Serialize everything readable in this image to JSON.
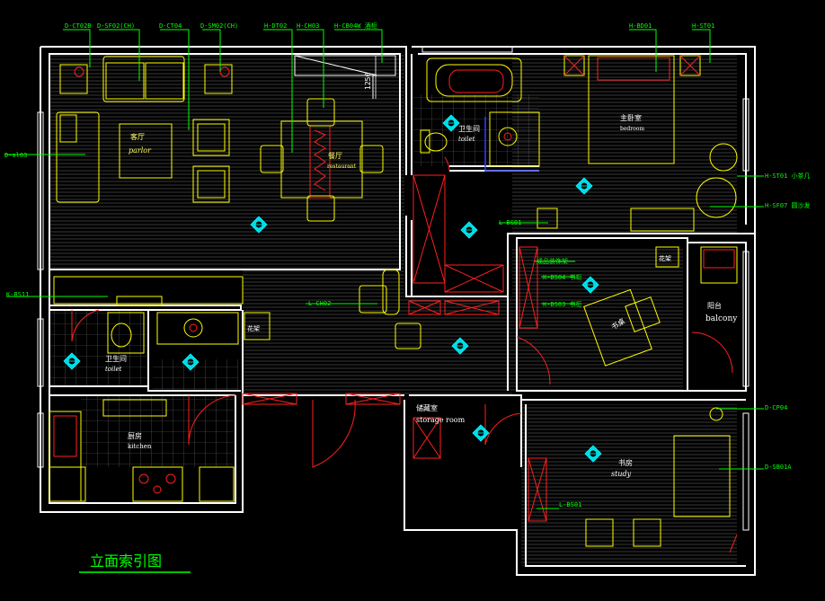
{
  "drawing_title": "立面索引图",
  "dimension": "1250",
  "rooms": {
    "parlor": {
      "cn": "客厅",
      "en": "parlor"
    },
    "restaurant": {
      "cn": "餐厅",
      "en": "restaurant"
    },
    "master_toilet": {
      "cn": "卫生间",
      "en": "toilet"
    },
    "bedroom": {
      "cn": "主卧室",
      "en": "bedroom"
    },
    "toilet": {
      "cn": "卫生间",
      "en": "toilet"
    },
    "kitchen": {
      "cn": "厨房",
      "en": "kitchen"
    },
    "balcony": {
      "cn": "阳台",
      "en": "balcony"
    },
    "storage": {
      "cn": "储藏室",
      "en": "storage room"
    },
    "study": {
      "cn": "书房",
      "en": "study"
    },
    "desk": {
      "cn": "书桌"
    },
    "flowers_top": {
      "cn": "花架"
    },
    "flowers_bal": {
      "cn": "花架"
    }
  },
  "tags": {
    "top_1": "D-CT02B",
    "top_2": "D-SF02(CH)",
    "top_3": "D-CT04",
    "top_4": "D-SM02(CH)",
    "top_5": "H-DT02",
    "top_6": "H-CH03",
    "top_7": "H-CB04W 酒柜",
    "top_8": "H-BD01",
    "top_9": "H-ST01",
    "left_1": "D-sl03",
    "left_2": "K-BS11",
    "mid_1": "L-CH02",
    "mid_2": "L-BS01",
    "study_1": "成品装饰架",
    "study_2": "K-BS04 书柜",
    "study_3": "K-BS03 书柜",
    "right_1": "H-ST01 小茶几",
    "right_2": "H-SF07 圆沙发",
    "right_3": "D-CP04",
    "right_4": "D-SB01A",
    "study_4": "L-BS01"
  },
  "colors": {
    "background": "#000000",
    "wall": "#ffffff",
    "furniture": "#ffff00",
    "annotation": "#00ff00",
    "elevation_marker": "#00ffff",
    "door_swing": "#ff2020"
  }
}
